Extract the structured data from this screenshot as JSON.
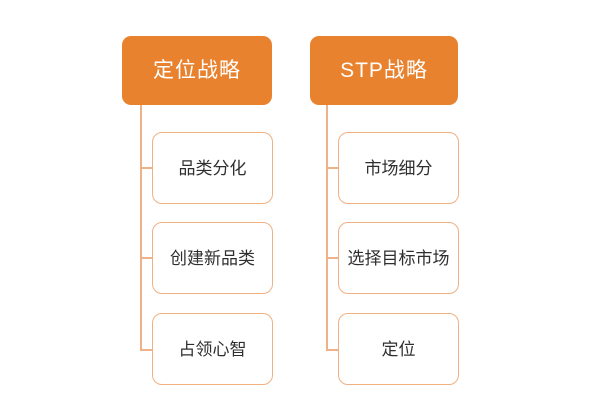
{
  "diagram": {
    "type": "tree",
    "orientation": "vertical-columns",
    "background_color": "#FFFFFF",
    "header_fill_color": "#E8822E",
    "header_text_color": "#FFFFFF",
    "child_border_color": "#F0B183",
    "child_fill_color": "#FFFFFF",
    "child_text_color": "#2F2F2F",
    "connector_color": "#EFB288",
    "columns": [
      {
        "header": "定位战略",
        "children": [
          "品类分化",
          "创建新品类",
          "占领心智"
        ]
      },
      {
        "header": "STP战略",
        "children": [
          "市场细分",
          "选择目标市场",
          "定位"
        ]
      }
    ]
  }
}
